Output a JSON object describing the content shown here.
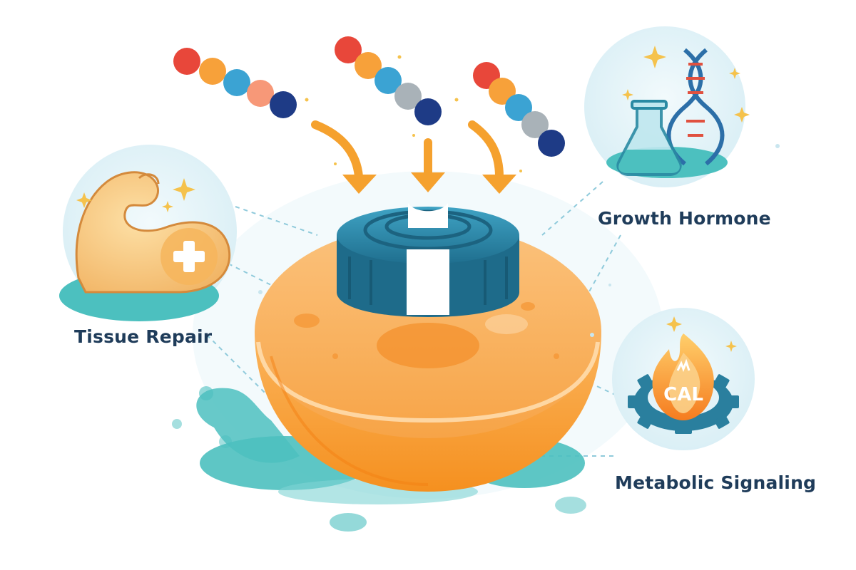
{
  "labels": {
    "tissue_repair": "Tissue Repair",
    "growth_hormone": "Growth Hormone",
    "metabolic_signaling": "Metabolic Signaling",
    "calorie_badge": "CAL"
  },
  "colors": {
    "label_text": "#1f3c5a",
    "cell_orange": "#f7a040",
    "receptor_teal": "#2a7f9e",
    "arrow_orange": "#f5a12e",
    "splash_teal": "#4cc0bf",
    "bubble_bg": "#e3f3f8"
  },
  "icons": {
    "top_left": "peptide-chain-icon",
    "top_center": "peptide-chain-icon",
    "top_right": "peptide-chain-icon",
    "muscle": "flexed-arm-icon",
    "hormone": "flask-dna-icon",
    "metabolic": "flame-gear-icon",
    "receptor": "receptor-icon",
    "cell": "cell-icon"
  }
}
